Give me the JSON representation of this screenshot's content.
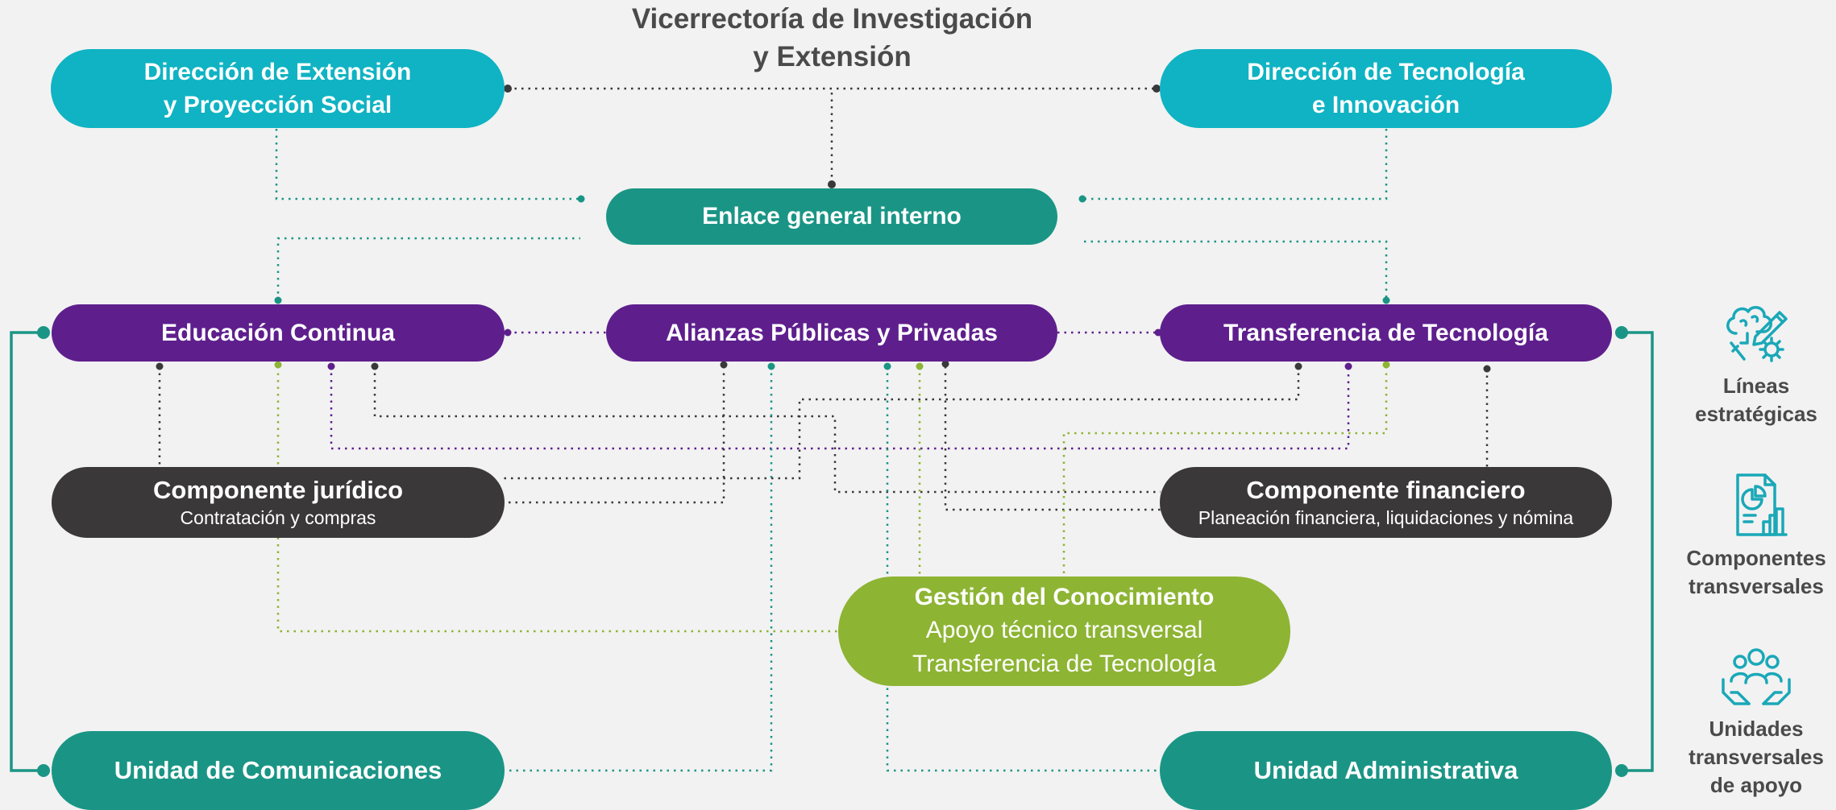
{
  "header": {
    "title_line1": "Vicerrectoría de Investigación",
    "title_line2": "y Extensión"
  },
  "nodes": {
    "direccion_extension": {
      "line1": "Dirección de Extensión",
      "line2": "y Proyección Social"
    },
    "direccion_tecnologia": {
      "line1": "Dirección de Tecnología",
      "line2": "e Innovación"
    },
    "enlace": {
      "label": "Enlace general interno"
    },
    "educacion": {
      "label": "Educación Continua"
    },
    "alianzas": {
      "label": "Alianzas Públicas y Privadas"
    },
    "transferencia": {
      "label": "Transferencia de Tecnología"
    },
    "juridico": {
      "title": "Componente jurídico",
      "subtitle": "Contratación y compras"
    },
    "financiero": {
      "title": "Componente financiero",
      "subtitle": "Planeación financiera, liquidaciones y nómina"
    },
    "gestion": {
      "title": "Gestión del Conocimiento",
      "line2": "Apoyo técnico transversal",
      "line3": "Transferencia de Tecnología"
    },
    "comunicaciones": {
      "label": "Unidad de Comunicaciones"
    },
    "administrativa": {
      "label": "Unidad Administrativa"
    }
  },
  "legend": {
    "lineas": {
      "line1": "Líneas",
      "line2": "estratégicas",
      "icon": "brain-pencil-gear-icon"
    },
    "componentes": {
      "line1": "Componentes",
      "line2": "transversales",
      "icon": "report-chart-icon"
    },
    "unidades": {
      "line1": "Unidades",
      "line2": "transversales",
      "line3": "de apoyo",
      "icon": "team-hands-icon"
    }
  },
  "colors": {
    "background": "#f2f2f2",
    "cyan": "#0fb3c3",
    "teal": "#1a9585",
    "purple": "#5e1f8d",
    "dark": "#3a3838",
    "green": "#8db433",
    "legend_icon": "#1aa8b8"
  }
}
